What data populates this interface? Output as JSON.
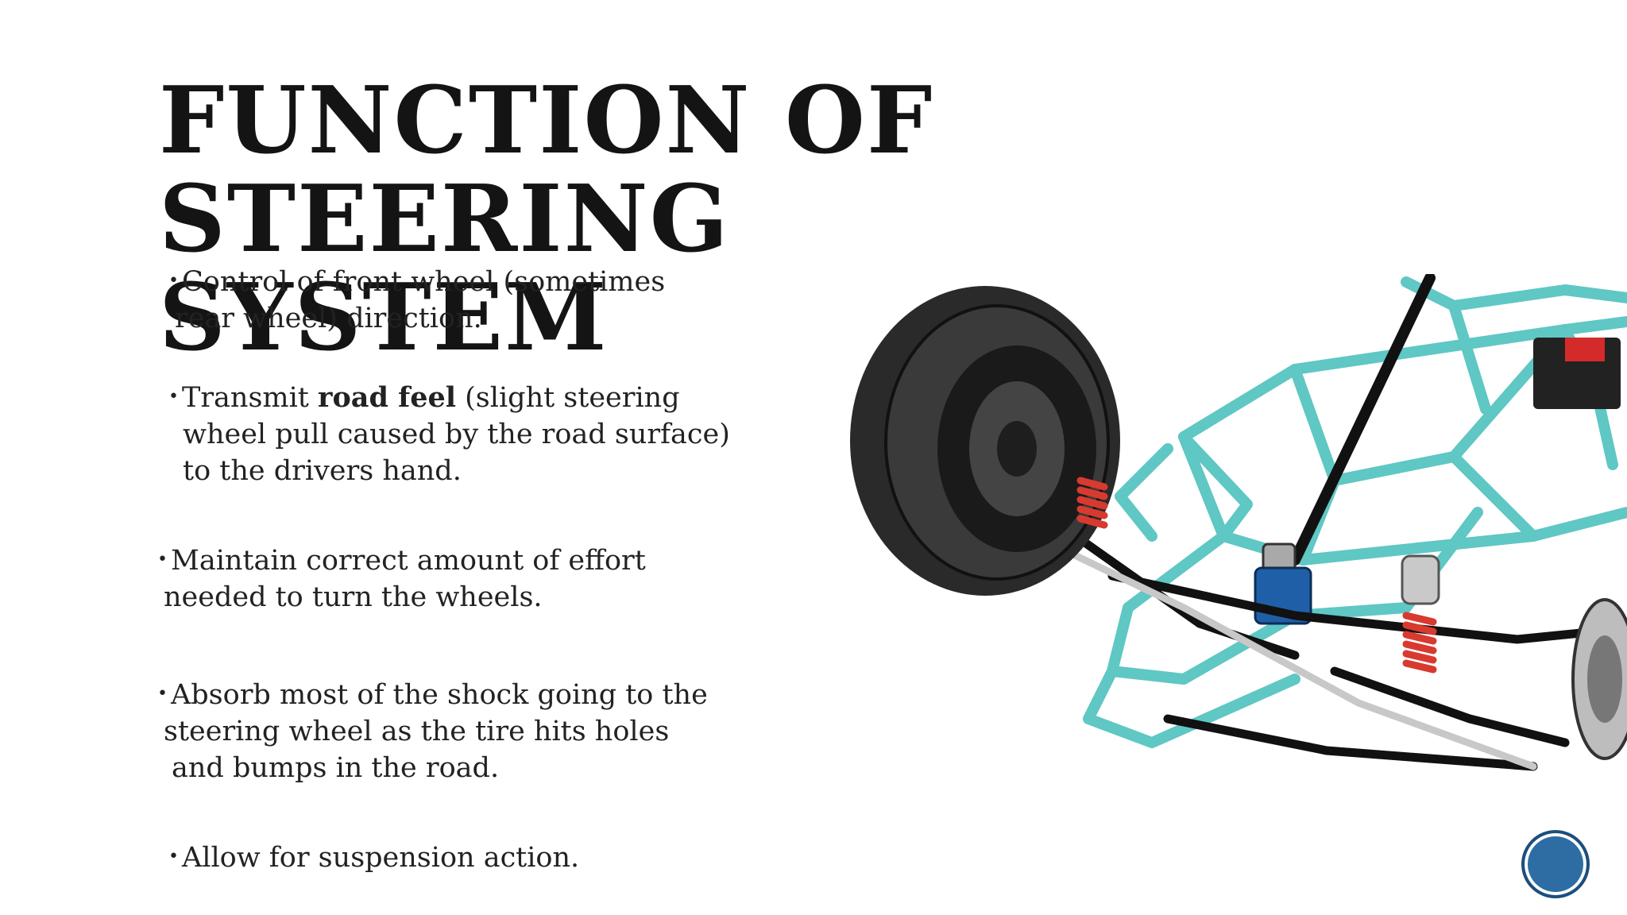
{
  "slide": {
    "title_line1": "FUNCTION OF STEERING",
    "title_line2": "SYSTEM",
    "bullets": [
      {
        "line1": "Control of front wheel (sometimes",
        "line2": "rear wheel) direction."
      },
      {
        "prefix": "Transmit ",
        "bold": "road feel",
        "suffix": " (slight steering",
        "line2": "wheel pull caused by the road surface)",
        "line3": "to the drivers hand."
      },
      {
        "line1": "Maintain correct amount of effort",
        "line2": "needed to turn the wheels."
      },
      {
        "line1": "Absorb most of the shock going to the",
        "line2": "steering wheel as the tire hits holes",
        "line3": "and bumps in the road."
      },
      {
        "line1": "Allow for suspension action."
      }
    ],
    "bullet_glyph": "•"
  },
  "illustration": {
    "icon": "steering-suspension-chassis-illustration",
    "colors": {
      "frame": "#5fc7c4",
      "tire": "#2a2a2a",
      "spring": "#d83a2f",
      "link": "#111111"
    }
  },
  "badge": {
    "icon": "slide-logo-badge-icon",
    "color": "#2e6da4"
  }
}
